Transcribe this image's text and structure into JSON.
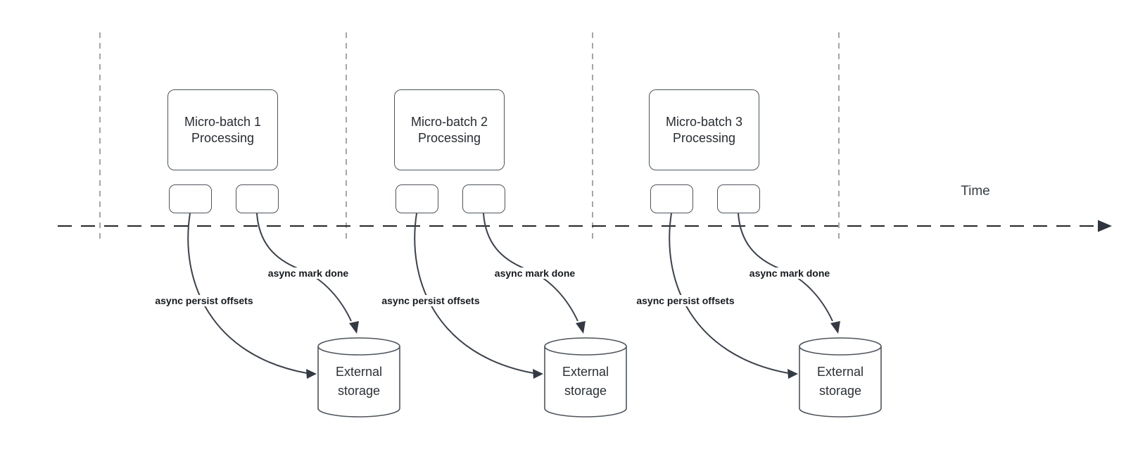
{
  "diagram": {
    "time_label": "Time",
    "lanes": [
      {
        "title_line1": "Micro-batch 1",
        "title_line2": "Processing",
        "persist_label": "async persist offsets",
        "done_label": "async mark done",
        "storage_line1": "External",
        "storage_line2": "storage"
      },
      {
        "title_line1": "Micro-batch 2",
        "title_line2": "Processing",
        "persist_label": "async persist offsets",
        "done_label": "async mark done",
        "storage_line1": "External",
        "storage_line2": "storage"
      },
      {
        "title_line1": "Micro-batch 3",
        "title_line2": "Processing",
        "persist_label": "async persist offsets",
        "done_label": "async mark done",
        "storage_line1": "External",
        "storage_line2": "storage"
      }
    ]
  },
  "colors": {
    "background": "#ffffff",
    "shape_border": "#4d545e",
    "shape_text": "#2b3036",
    "bold_label_text": "#16191d",
    "timeline_dash": "#22252a",
    "lane_divider_dash": "#a3a6ad",
    "curve_arrow": "#3b424c"
  }
}
